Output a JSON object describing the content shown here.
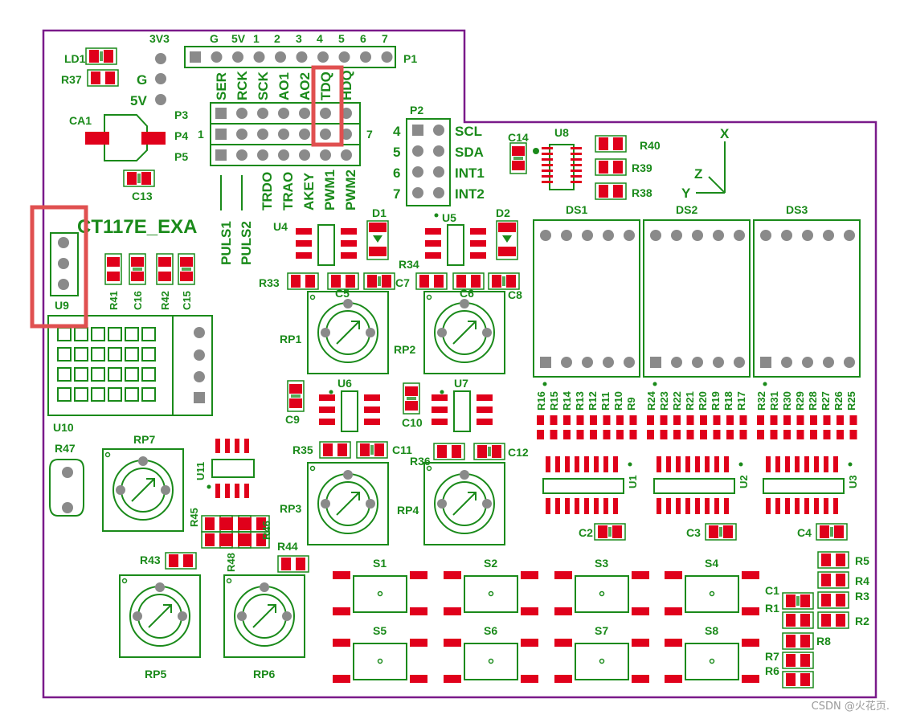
{
  "board": {
    "name": "CT117E_EXA",
    "outline_color": "#7a1a8a",
    "silk_color": "#1a8a1a",
    "pad_color": "#e0001b",
    "pin_color": "#8a8a8a",
    "highlight_color": "#e05050"
  },
  "p1": {
    "ref": "P1",
    "pin_labels": [
      "3V3",
      "G",
      "5V",
      "1",
      "2",
      "3",
      "4",
      "5",
      "6",
      "7"
    ]
  },
  "power_labels": {
    "g": "G",
    "v5": "5V"
  },
  "p345": {
    "signals_top": [
      "SER",
      "RCK",
      "SCK",
      "AO1",
      "AO2",
      "TDQ",
      "HDQ"
    ],
    "signals_bottom": [
      "PULS1",
      "PULS2",
      "TRDO",
      "TRAO",
      "AKEY",
      "PWM1",
      "PWM2"
    ],
    "rows": [
      "P3",
      "P4",
      "P5"
    ],
    "left_num": "1",
    "right_num": "7"
  },
  "p2": {
    "ref": "P2",
    "nums": [
      "4",
      "5",
      "6",
      "7"
    ],
    "signals": [
      "SCL",
      "SDA",
      "INT1",
      "INT2"
    ]
  },
  "axes": {
    "x": "X",
    "y": "Y",
    "z": "Z"
  },
  "refs": {
    "LD1": "LD1",
    "R37": "R37",
    "CA1": "CA1",
    "C13": "C13",
    "U9": "U9",
    "U10": "U10",
    "R41": "R41",
    "C16": "C16",
    "R42": "R42",
    "C15": "C15",
    "R47": "R47",
    "RP7": "RP7",
    "U11": "U11",
    "R45": "R45",
    "R46": "R46",
    "R43": "R43",
    "R48": "R48",
    "R44": "R44",
    "RP5": "RP5",
    "RP6": "RP6",
    "U4": "U4",
    "U5": "U5",
    "D1": "D1",
    "D2": "D2",
    "R33": "R33",
    "R34": "R34",
    "C5": "C5",
    "C6": "C6",
    "C7": "C7",
    "C8": "C8",
    "RP1": "RP1",
    "RP2": "RP2",
    "U6": "U6",
    "U7": "U7",
    "C9": "C9",
    "C10": "C10",
    "R35": "R35",
    "R36": "R36",
    "C11": "C11",
    "C12": "C12",
    "RP3": "RP3",
    "RP4": "RP4",
    "C14": "C14",
    "U8": "U8",
    "R40": "R40",
    "R39": "R39",
    "R38": "R38",
    "DS1": "DS1",
    "DS2": "DS2",
    "DS3": "DS3",
    "U1": "U1",
    "U2": "U2",
    "U3": "U3",
    "C2": "C2",
    "C3": "C3",
    "C4": "C4",
    "S1": "S1",
    "S2": "S2",
    "S3": "S3",
    "S4": "S4",
    "S5": "S5",
    "S6": "S6",
    "S7": "S7",
    "S8": "S8",
    "C1": "C1",
    "R1": "R1",
    "R2": "R2",
    "R3": "R3",
    "R4": "R4",
    "R5": "R5",
    "R6": "R6",
    "R7": "R7",
    "R8": "R8"
  },
  "ds_resistors": [
    [
      "R16",
      "R15",
      "R14",
      "R13",
      "R12",
      "R11",
      "R10",
      "R9"
    ],
    [
      "R24",
      "R23",
      "R22",
      "R21",
      "R20",
      "R19",
      "R18",
      "R17"
    ],
    [
      "R32",
      "R31",
      "R30",
      "R29",
      "R28",
      "R27",
      "R26",
      "R25"
    ]
  ],
  "watermark": "CSDN @火花页."
}
